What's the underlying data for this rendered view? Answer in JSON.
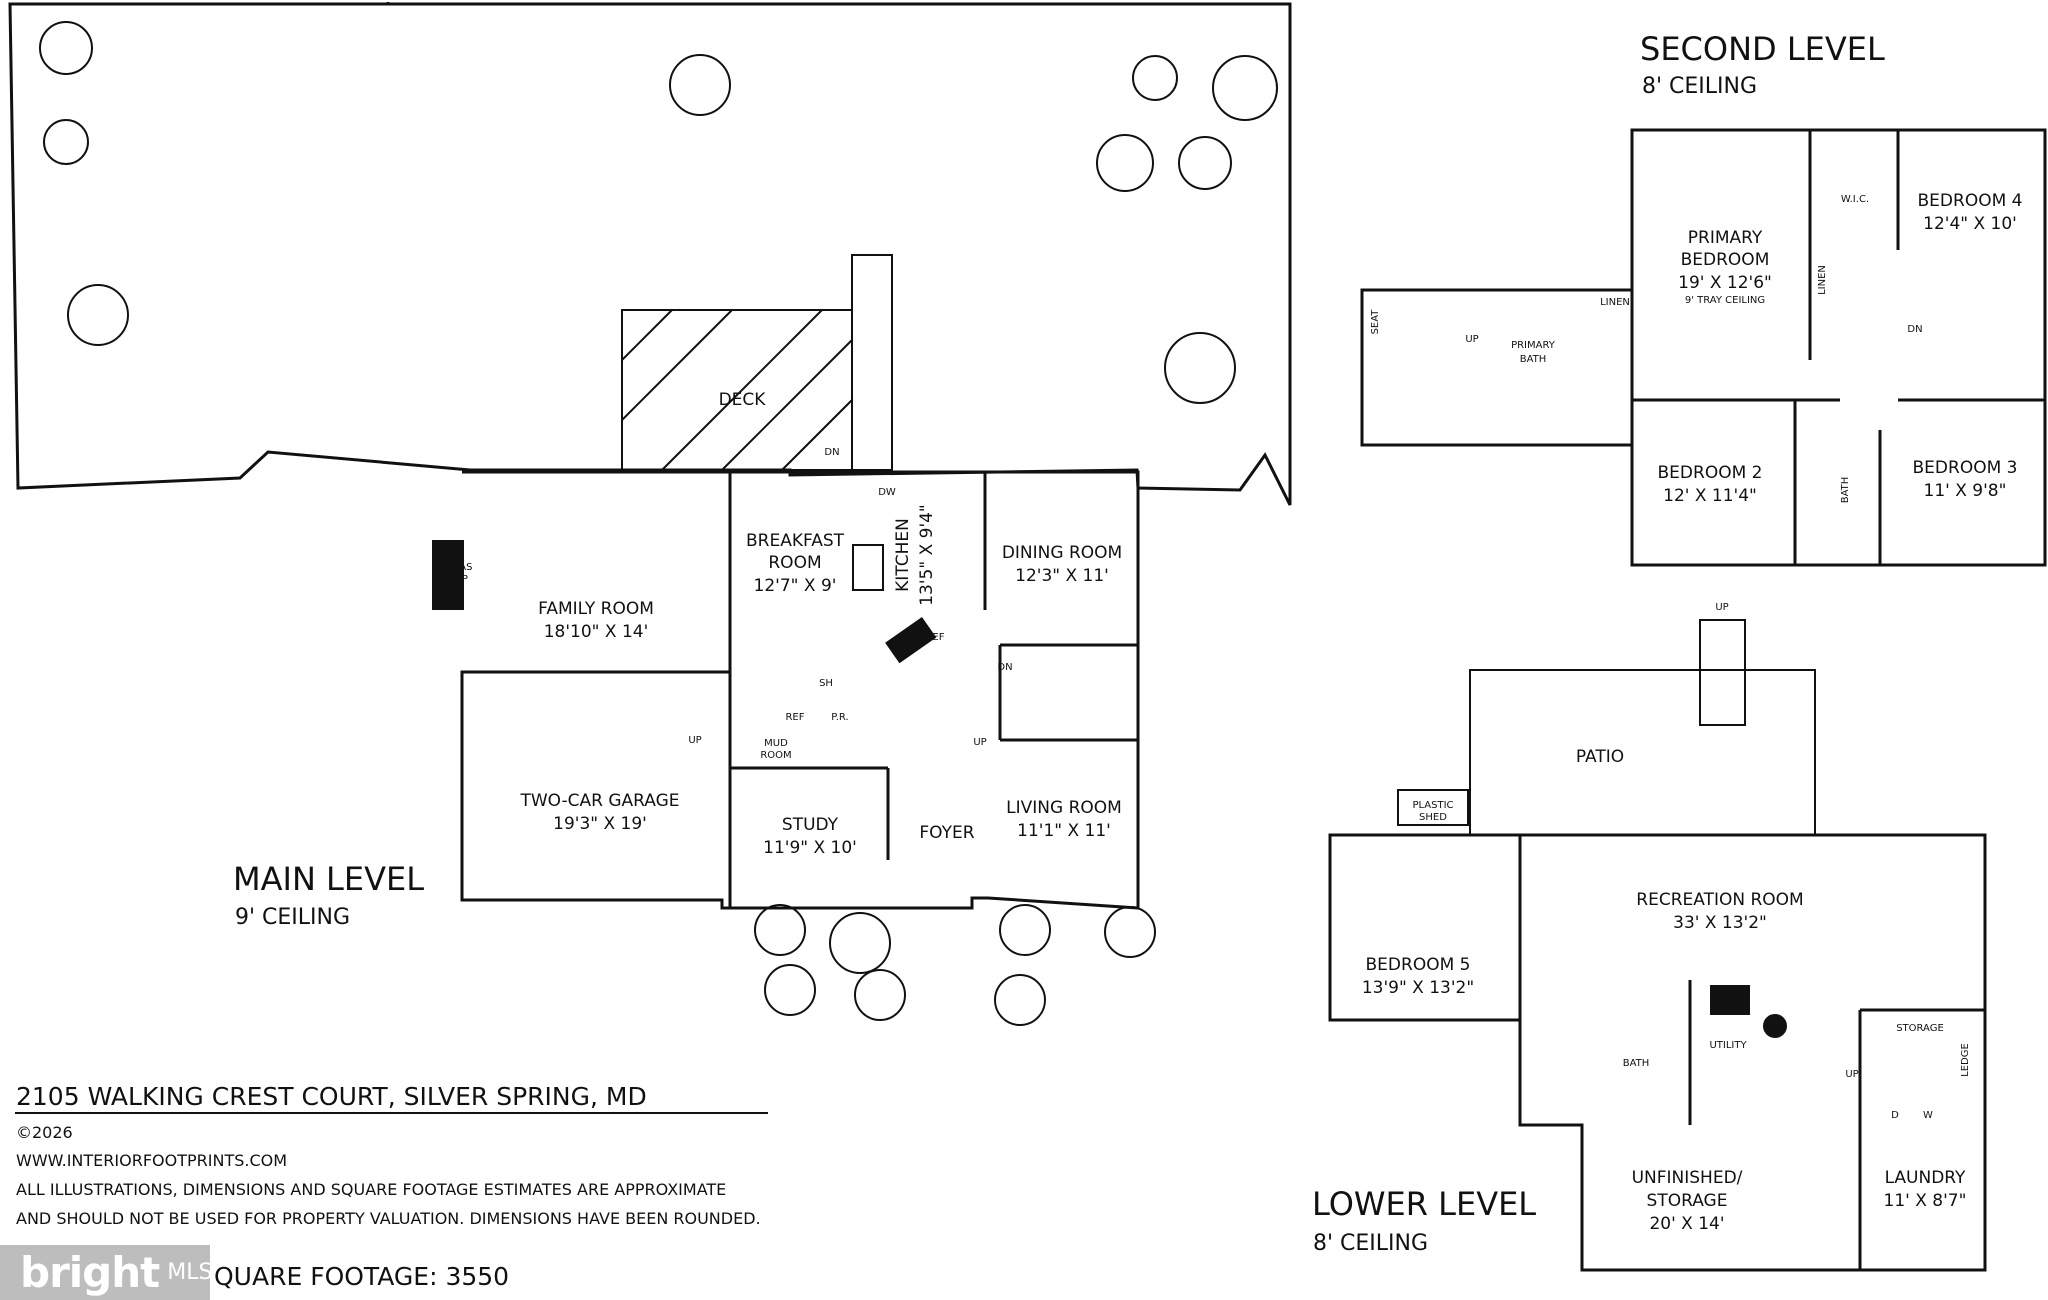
{
  "levels": {
    "main": {
      "title": "MAIN LEVEL",
      "ceiling": "9' CEILING"
    },
    "second": {
      "title": "SECOND LEVEL",
      "ceiling": "8' CEILING"
    },
    "lower": {
      "title": "LOWER LEVEL",
      "ceiling": "8' CEILING"
    }
  },
  "rooms_main": {
    "deck": "DECK",
    "dn": "DN",
    "dw": "DW",
    "breakfast_1": "BREAKFAST",
    "breakfast_2": "ROOM",
    "breakfast_dim": "12'7\" X 9'",
    "kitchen": "KITCHEN",
    "kitchen_dim": "13'5\" X 9'4\"",
    "dining": "DINING ROOM",
    "dining_dim": "12'3\" X 11'",
    "family": "FAMILY ROOM",
    "family_dim": "18'10\" X 14'",
    "gas": "GAS",
    "fp": "FP",
    "ref": "REF",
    "sh": "SH",
    "pr": "P.R.",
    "mud_1": "MUD",
    "mud_2": "ROOM",
    "up": "UP",
    "garage": "TWO-CAR GARAGE",
    "garage_dim": "19'3\" X 19'",
    "study": "STUDY",
    "study_dim": "11'9\" X 10'",
    "foyer": "FOYER",
    "living": "LIVING ROOM",
    "living_dim": "11'1\" X 11'"
  },
  "rooms_second": {
    "primary_1": "PRIMARY",
    "primary_2": "BEDROOM",
    "primary_dim": "19' X 12'6\"",
    "tray": "9' TRAY CEILING",
    "wic": "W.I.C.",
    "linen": "LINEN",
    "bed4": "BEDROOM 4",
    "bed4_dim": "12'4\" X 10'",
    "dn": "DN",
    "seat": "SEAT",
    "up": "UP",
    "pbath_1": "PRIMARY",
    "pbath_2": "BATH",
    "bed2": "BEDROOM 2",
    "bed2_dim": "12' X 11'4\"",
    "bath": "BATH",
    "bed3": "BEDROOM 3",
    "bed3_dim": "11' X 9'8\""
  },
  "rooms_lower": {
    "up": "UP",
    "patio": "PATIO",
    "shed_1": "PLASTIC",
    "shed_2": "SHED",
    "bed5": "BEDROOM 5",
    "bed5_dim": "13'9\" X 13'2\"",
    "rec": "RECREATION ROOM",
    "rec_dim": "33' X 13'2\"",
    "utility": "UTILITY",
    "bath": "BATH",
    "storage": "STORAGE",
    "ledge": "LEDGE",
    "d": "D",
    "w": "W",
    "unfinished_1": "UNFINISHED/",
    "unfinished_2": "STORAGE",
    "unfinished_dim": "20' X 14'",
    "laundry": "LAUNDRY",
    "laundry_dim": "11' X 8'7\""
  },
  "footer": {
    "address": "2105 WALKING CREST COURT, SILVER SPRING, MD",
    "copyright": "©2026",
    "website": "WWW.INTERIORFOOTPRINTS.COM",
    "disclaimer_1": "ALL ILLUSTRATIONS, DIMENSIONS AND SQUARE FOOTAGE ESTIMATES ARE APPROXIMATE",
    "disclaimer_2": "AND  SHOULD NOT BE USED FOR PROPERTY VALUATION. DIMENSIONS HAVE BEEN ROUNDED.",
    "sqft": "QUARE FOOTAGE: 3550"
  },
  "logo": {
    "brand": "bright",
    "suffix": "MLS"
  }
}
